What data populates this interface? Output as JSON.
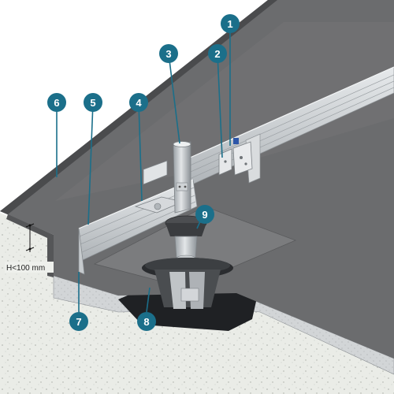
{
  "callouts": [
    {
      "number": "1",
      "target": "clamp-hardware-right"
    },
    {
      "number": "2",
      "target": "fixing-plate"
    },
    {
      "number": "3",
      "target": "support-post"
    },
    {
      "number": "4",
      "target": "clamp-bracket-left"
    },
    {
      "number": "5",
      "target": "aluminium-rail"
    },
    {
      "number": "6",
      "target": "roof-membrane"
    },
    {
      "number": "7",
      "target": "upstand-membrane"
    },
    {
      "number": "8",
      "target": "drain-collar"
    },
    {
      "number": "9",
      "target": "post-sleeve"
    }
  ],
  "dimension": {
    "label": "H<100 mm"
  },
  "colors": {
    "callout_fill": "#1b6f8a",
    "membrane_top": "#6a6a6a",
    "membrane_dark": "#4a4a4a",
    "concrete": "#e9ebe6",
    "insulation": "#cfd2d4",
    "rail_metal": "#c9cdd0",
    "post_metal": "#b9bec2"
  }
}
